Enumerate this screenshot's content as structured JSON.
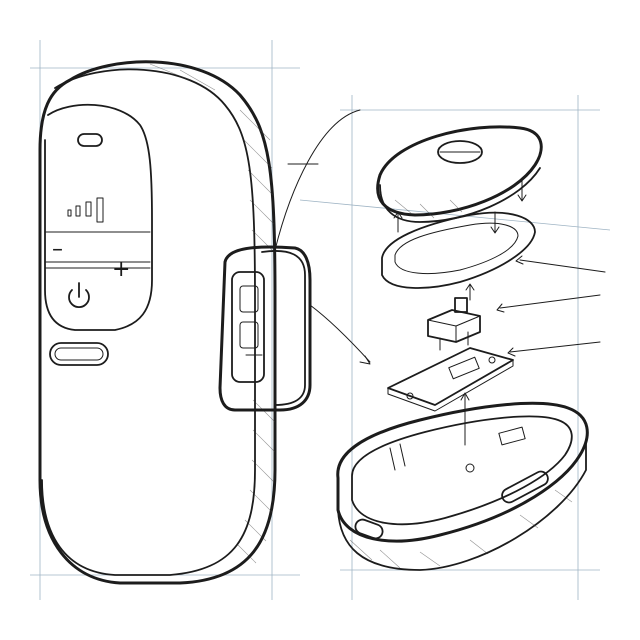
{
  "sketch": {
    "ink_color": "#1c1c1c",
    "guide_color": "#9fb4c4",
    "paper_color": "#ffffff"
  },
  "device": {
    "controls": {
      "minus_symbol": "–",
      "plus_symbol": "+",
      "power_icon": "power-icon",
      "signal_icon": "signal-bars-icon",
      "indicator_icon": "status-slot-icon"
    }
  },
  "exploded_view": {
    "parts": [
      "top-cap",
      "inner-cover",
      "switch-module",
      "circuit-board",
      "base-housing"
    ]
  }
}
